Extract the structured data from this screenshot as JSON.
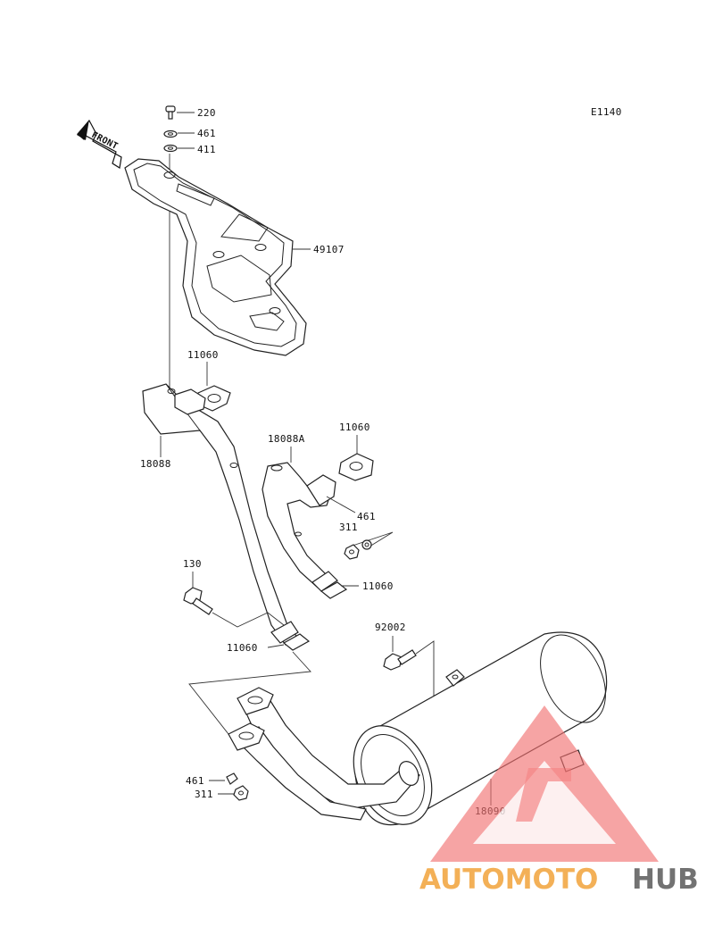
{
  "diagram_code": "E1140",
  "front_label": "FRONT",
  "parts": {
    "bolt_top": "220",
    "washer_top": "461",
    "spacer_top": "411",
    "guard": "49107",
    "gasket_front_flange": "11060",
    "pipe_front": "18088",
    "pipe_rear": "18088A",
    "gasket_rear_flange": "11060",
    "washer_rear": "461",
    "nut_rear": "311",
    "gasket_rear_joint": "11060",
    "bolt_clamp": "130",
    "gasket_front_joint": "11060",
    "muffler_bolt": "92002",
    "muffler": "18090",
    "washer_muffler": "461",
    "nut_muffler": "311"
  },
  "watermark": {
    "part1": "AUTOMOTO",
    "part2": "HUB",
    "color_primary": "#f2a33a",
    "color_secondary": "#f26b6b",
    "color_dark": "#5a5a5a"
  }
}
